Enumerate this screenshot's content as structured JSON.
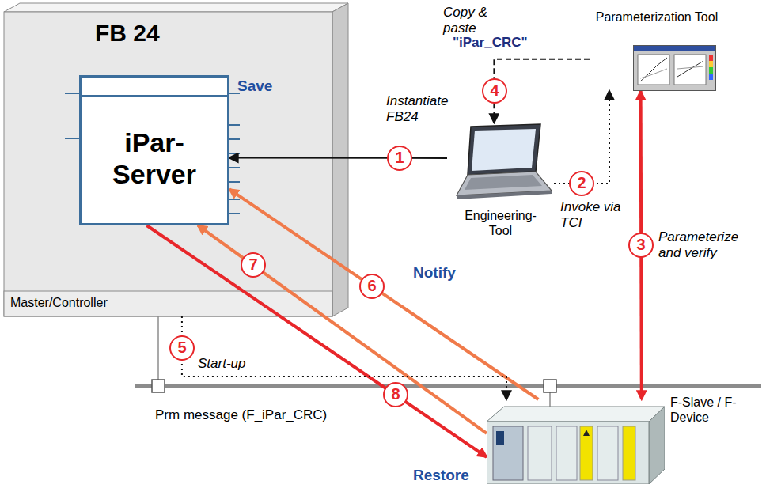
{
  "diagram": {
    "nodes": [
      {
        "text": [
          "FB 24",
          "Master/Controller"
        ]
      },
      {
        "text": [
          "iPar-Server"
        ],
        "in": 0
      },
      {
        "text": [
          "Engineering-Tool"
        ]
      },
      {
        "text": [
          "Parameterization Tool"
        ]
      },
      {
        "text": [
          "F-Slave / F-Device"
        ]
      }
    ],
    "edges": [
      {
        "from": 2,
        "to": 1,
        "arrow": "to"
      },
      {
        "from": 2,
        "to": 3,
        "arrow": "to"
      },
      {
        "from": 3,
        "to": 2,
        "arrow": "to"
      },
      {
        "from": 3,
        "to": 4,
        "arrow": "both"
      },
      {
        "from": 4,
        "to": 1,
        "arrow": "to"
      },
      {
        "from": 4,
        "to": 1,
        "arrow": "to"
      },
      {
        "from": 1,
        "to": 4,
        "arrow": "to"
      },
      {
        "from": 0,
        "to": 4,
        "arrow": "to"
      }
    ],
    "labels": [
      "Copy & paste",
      "\"iPar_CRC\"",
      "4",
      "1",
      "Instantiate FB24",
      "2",
      "Invoke via TCI",
      "Save",
      "7",
      "3",
      "Parameterize and verify",
      "6",
      "Notify",
      "5",
      "Start-up",
      "Prm message (F_iPar_CRC)",
      "8",
      "Restore"
    ]
  }
}
